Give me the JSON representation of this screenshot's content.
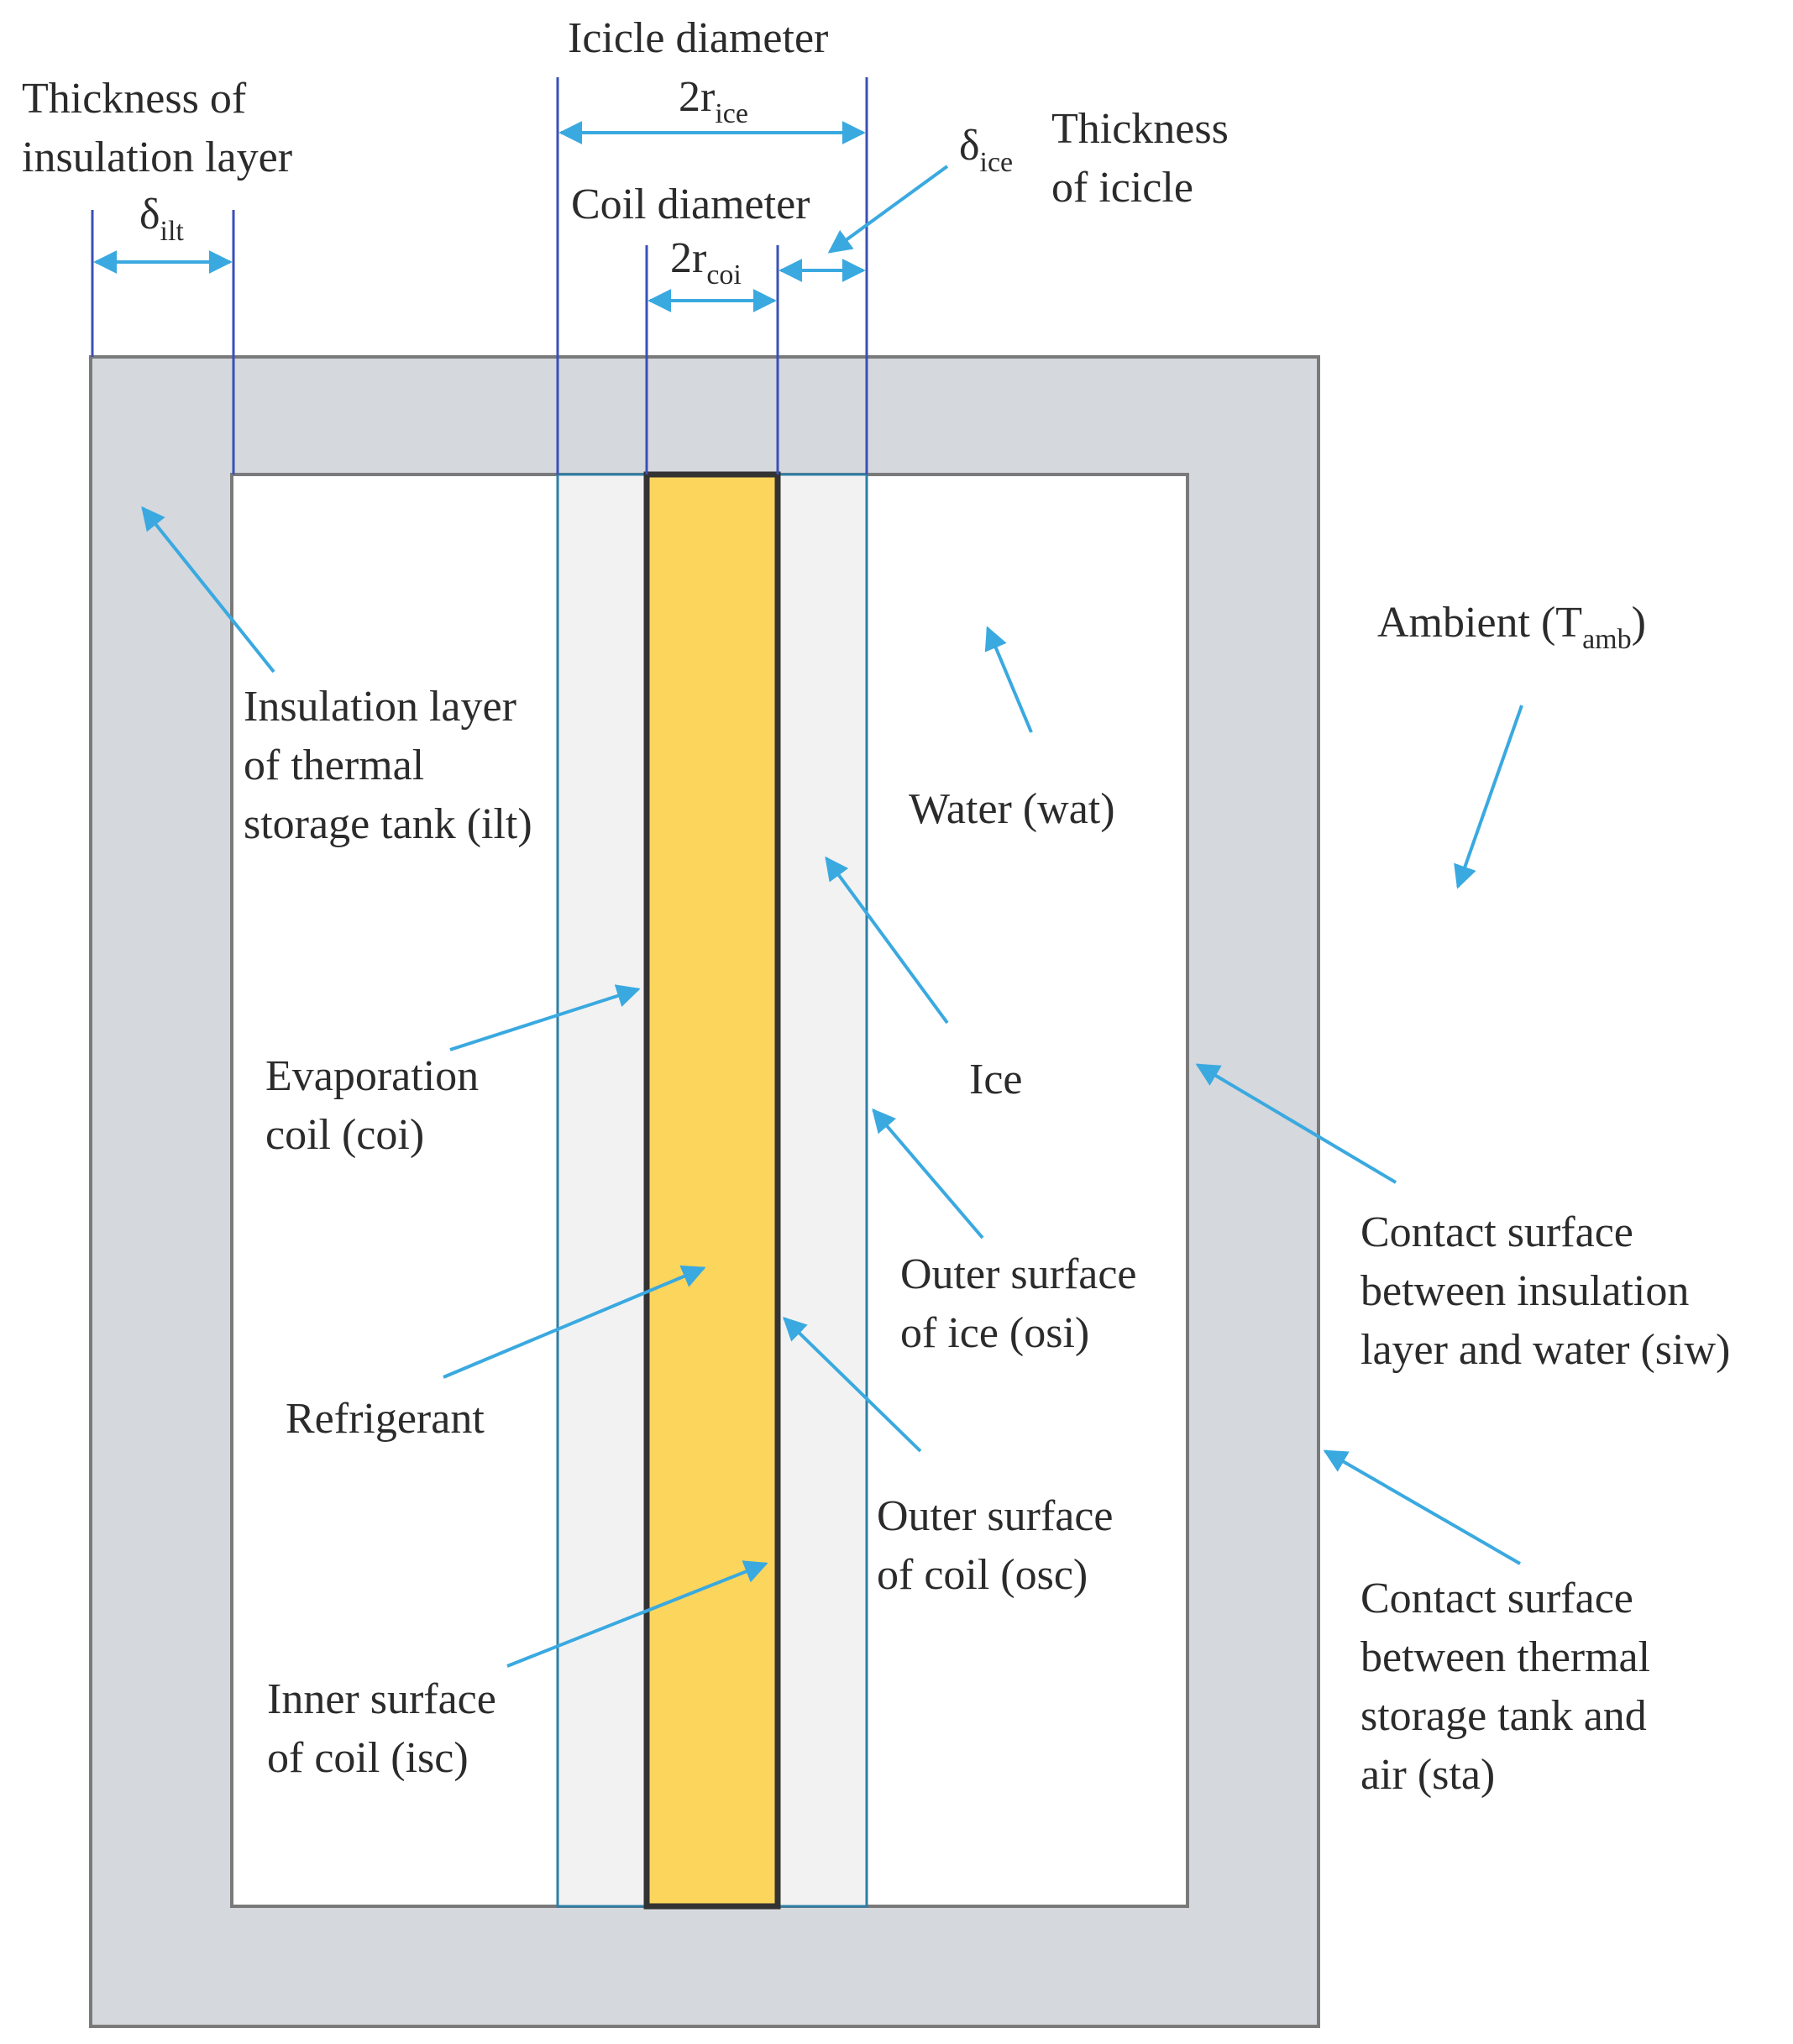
{
  "labels": {
    "thickness_insulation": [
      "Thickness of",
      "insulation layer"
    ],
    "delta_ilt": {
      "base": "δ",
      "sub": "ilt"
    },
    "icicle_diameter": "Icicle diameter",
    "two_r_ice": {
      "base": "2r",
      "sub": "ice"
    },
    "coil_diameter": "Coil diameter",
    "two_r_coi": {
      "base": "2r",
      "sub": "coi"
    },
    "delta_ice": {
      "base": "δ",
      "sub": "ice"
    },
    "thickness_icicle": [
      "Thickness",
      "of icicle"
    ],
    "ambient": {
      "base": "Ambient (T",
      "sub": "amb",
      "tail": ")"
    },
    "insulation_layer_tank": [
      "Insulation layer",
      "of thermal",
      "storage tank (ilt)"
    ],
    "water": "Water (wat)",
    "evaporation_coil": [
      "Evaporation",
      "coil (coi)"
    ],
    "ice": "Ice",
    "contact_siw": [
      "Contact surface",
      "between insulation",
      "layer and water (siw)"
    ],
    "outer_surface_ice": [
      "Outer surface",
      "of ice (osi)"
    ],
    "refrigerant": "Refrigerant",
    "outer_surface_coil": [
      "Outer surface",
      "of coil (osc)"
    ],
    "contact_sta": [
      "Contact surface",
      "between thermal",
      "storage tank and",
      "air (sta)"
    ],
    "inner_surface_coil": [
      "Inner surface",
      "of coil (isc)"
    ]
  },
  "colors": {
    "insulation_fill": "#d5d8dd",
    "insulation_stroke": "#7a7a7a",
    "water_fill": "#ffffff",
    "ice_fill": "#f2f2f2",
    "ice_stroke": "#2e7fa6",
    "coil_fill": "#fcd55c",
    "coil_stroke": "#333333",
    "dimension_line": "#3a50b8",
    "arrow": "#3aa9e0",
    "text": "#2b2b2b"
  }
}
